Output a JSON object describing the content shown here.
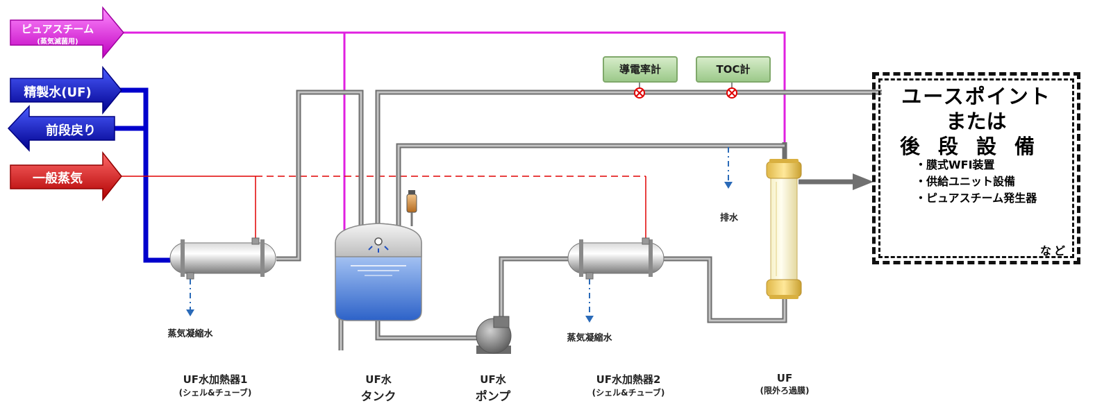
{
  "inputs": {
    "pure_steam": "ピュアスチーム",
    "pure_steam_sub": "(蒸気滅菌用)",
    "purified_water": "精製水(UF)",
    "return_water": "前段戻り",
    "general_steam": "一般蒸気"
  },
  "meters": {
    "conductivity": "導電率計",
    "toc": "TOC計"
  },
  "labels": {
    "drain": "排水",
    "condensate1": "蒸気凝縮水",
    "condensate2": "蒸気凝縮水"
  },
  "equipment": {
    "heater1_name": "UF水加熱器1",
    "heater1_type": "(シェル&チューブ)",
    "tank_name1": "UF水",
    "tank_name2": "タンク",
    "pump_name1": "UF水",
    "pump_name2": "ポンプ",
    "heater2_name": "UF水加熱器2",
    "heater2_type": "(シェル&チューブ)",
    "uf_name": "UF",
    "uf_type": "(限外ろ過膜)"
  },
  "use_point": {
    "title_line1": "ユースポイント",
    "title_line2": "または",
    "title_line3": "後段設備",
    "items": [
      "・膜式WFI装置",
      "・供給ユニット設備",
      "・ピュアスチーム発生器"
    ],
    "etc": "など"
  },
  "colors": {
    "pure_steam": "#e020e0",
    "purified_water": "#0000cc",
    "general_steam": "#e00000",
    "pipe": "#8a8a8a",
    "drain": "#2a6ab8"
  }
}
